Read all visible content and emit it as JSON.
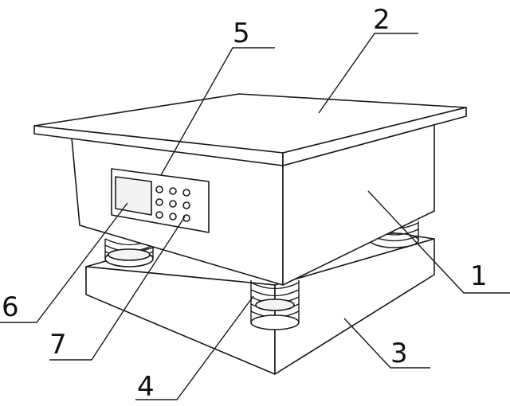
{
  "callouts": [
    {
      "id": "1",
      "text": "1"
    },
    {
      "id": "2",
      "text": "2"
    },
    {
      "id": "3",
      "text": "3"
    },
    {
      "id": "4",
      "text": "4"
    },
    {
      "id": "5",
      "text": "5"
    },
    {
      "id": "6",
      "text": "6"
    },
    {
      "id": "7",
      "text": "7"
    }
  ],
  "colors": {
    "stroke": "#1a1a1a",
    "background": "#ffffff"
  }
}
